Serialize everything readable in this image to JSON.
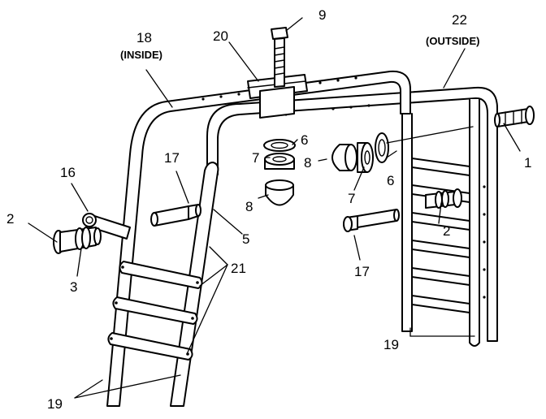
{
  "callouts": {
    "p1": "1",
    "p2_left": "2",
    "p2_right": "2",
    "p3": "3",
    "p5": "5",
    "p6_left": "6",
    "p6_right": "6",
    "p7_left": "7",
    "p7_right": "7",
    "p8_left": "8",
    "p8_right": "8",
    "p9": "9",
    "p16": "16",
    "p17_left": "17",
    "p17_right": "17",
    "p18": "18",
    "p18_note": "(INSIDE)",
    "p19_left": "19",
    "p19_right": "19",
    "p20": "20",
    "p21": "21",
    "p22": "22",
    "p22_note": "(OUTSIDE)"
  }
}
